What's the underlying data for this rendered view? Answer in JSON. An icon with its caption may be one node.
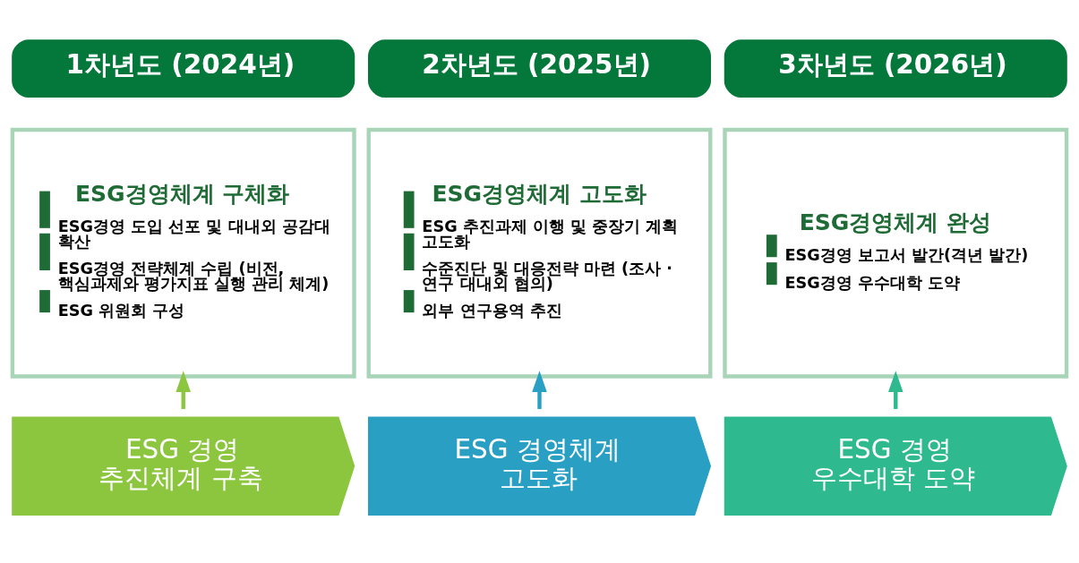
{
  "diagram": {
    "nodes": [
      {
        "text": [
          "1차년도 (2024년)"
        ]
      },
      {
        "text": [
          "2차년도 (2025년)"
        ]
      },
      {
        "text": [
          "3차년도 (2026년)"
        ]
      },
      {
        "text": [
          "ESG경영체계 구체화",
          "ESG경영 도입 선포 및 대내외 공감대 확산",
          "ESG경영 전략체계 수립 (비전, 핵심과제와 평가지표 실행 관리 체계)",
          "ESG 위원회 구성"
        ]
      },
      {
        "text": [
          "ESG경영체계 고도화",
          "ESG 추진과제 이행 및 중장기 계획 고도화",
          "수준진단 및 대응전략 마련 (조사 · 연구 대내외 협의)",
          "외부 연구용역 추진"
        ]
      },
      {
        "text": [
          "ESG경영체계 완성",
          "ESG경영 보고서 발간(격년 발간)",
          "ESG경영 우수대학 도약"
        ]
      },
      {
        "text": [
          "ESG 경영 추진체계 구축"
        ]
      },
      {
        "text": [
          "ESG 경영체계 고도화"
        ]
      },
      {
        "text": [
          "ESG 경영 우수대학 도약"
        ]
      }
    ],
    "edges": [
      {
        "from": 6,
        "to": 3,
        "arrow": "to",
        "color": "#8cc63e"
      },
      {
        "from": 7,
        "to": 4,
        "arrow": "to",
        "color": "#2a9fc4"
      },
      {
        "from": 8,
        "to": 5,
        "arrow": "to",
        "color": "#2fb98e"
      }
    ]
  }
}
